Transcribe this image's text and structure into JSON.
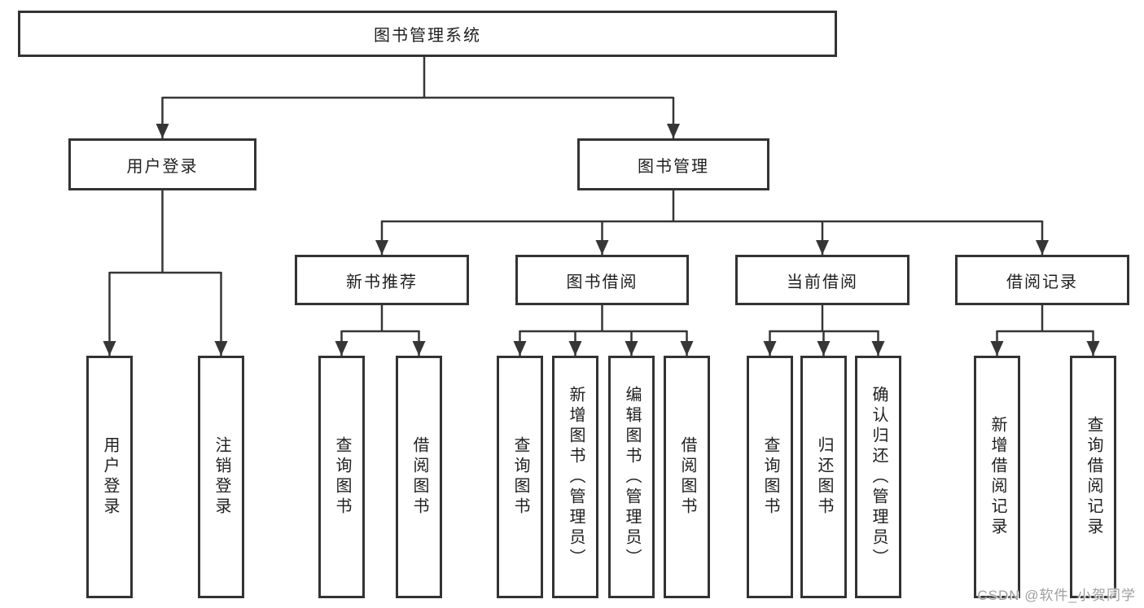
{
  "tree": {
    "root": "图书管理系统",
    "l1": [
      "用户登录",
      "图书管理"
    ],
    "l2": [
      "新书推荐",
      "图书借阅",
      "当前借阅",
      "借阅记录"
    ],
    "leaves_user_login": [
      "用户登录",
      "注销登录"
    ],
    "leaves_new_book": [
      "查询图书",
      "借阅图书"
    ],
    "leaves_book_borrow": [
      "查询图书",
      "新增图书（管理员）",
      "编辑图书（管理员）",
      "借阅图书"
    ],
    "leaves_current_borrow": [
      "查询图书",
      "归还图书",
      "确认归还（管理员）"
    ],
    "leaves_borrow_record": [
      "新增借阅记录",
      "查询借阅记录"
    ]
  },
  "watermark": "CSDN @软件_小贺同学",
  "colors": {
    "background": "#ffffff",
    "box_border": "#333333",
    "line": "#363636",
    "text": "#1f1f1f",
    "watermark": "#9e9e9e"
  }
}
